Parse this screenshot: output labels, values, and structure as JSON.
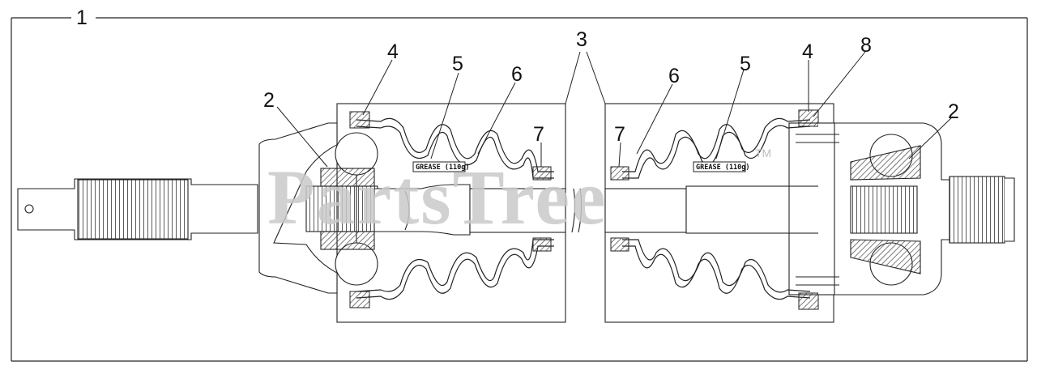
{
  "diagram": {
    "callouts": {
      "c1": "1",
      "c2_left": "2",
      "c2_right": "2",
      "c3": "3",
      "c4_left": "4",
      "c4_right": "4",
      "c5_left": "5",
      "c5_right": "5",
      "c6_left": "6",
      "c6_right": "6",
      "c7_left": "7",
      "c7_right": "7",
      "c8": "8"
    },
    "grease_tag_left": "GREASE (110g)",
    "grease_tag_right": "GREASE (110g)",
    "watermark": {
      "text": "PartsTree",
      "trademark": "TM"
    },
    "colors": {
      "line": "#222222",
      "hatch": "#555555",
      "watermark": "#c9c9c9"
    }
  }
}
